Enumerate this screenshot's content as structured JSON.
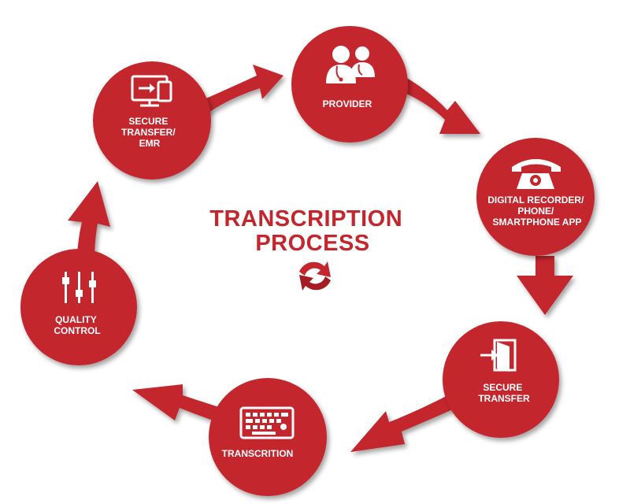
{
  "colors": {
    "primary_red": "#c4262e",
    "dark_red": "#a51d24",
    "icon_white": "#ffffff",
    "background": "#ffffff"
  },
  "diagram": {
    "title_line1": "TRANSCRIPTION",
    "title_line2": "PROCESS",
    "center_icon": "refresh-cycle-icon",
    "nodes": [
      {
        "id": "provider",
        "icon": "doctors-icon",
        "label_lines": [
          "PROVIDER"
        ]
      },
      {
        "id": "recorder",
        "icon": "telephone-icon",
        "label_lines": [
          "DIGITAL RECORDER/",
          "PHONE/",
          "SMARTPHONE APP"
        ]
      },
      {
        "id": "secure-transfer",
        "icon": "door-enter-icon",
        "label_lines": [
          "SECURE",
          "TRANSFER"
        ]
      },
      {
        "id": "transcription",
        "icon": "keyboard-icon",
        "label_lines": [
          "TRANSCRITION"
        ]
      },
      {
        "id": "quality-control",
        "icon": "equalizer-sliders-icon",
        "label_lines": [
          "QUALITY",
          "CONTROL"
        ]
      },
      {
        "id": "secure-transfer-emr",
        "icon": "monitor-phone-transfer-icon",
        "label_lines": [
          "SECURE",
          "TRANSFER/",
          "EMR"
        ]
      }
    ]
  }
}
